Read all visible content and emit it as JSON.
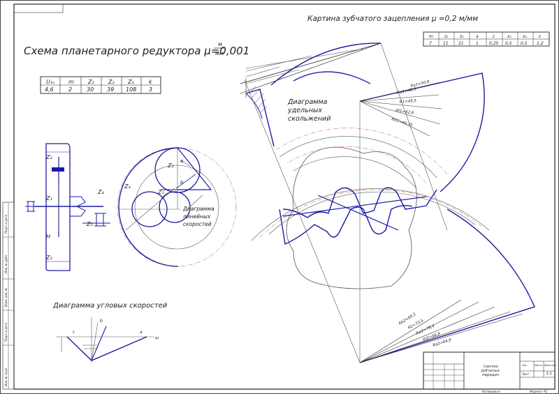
{
  "planetary": {
    "title": "Схема планетарного редуктора μ=0,001",
    "unit_num": "м",
    "unit_den": "мм",
    "table": {
      "headers": [
        "U₁ₙ",
        "m",
        "Z₁",
        "Z₂",
        "Z₃",
        "k"
      ],
      "values": [
        "4,6",
        "2",
        "30",
        "39",
        "108",
        "3"
      ]
    },
    "labels": {
      "z2": "Z₂",
      "z1": "Z₁",
      "h": "H",
      "z3": "Z₃",
      "z4": "Z₄",
      "z5": "Z₅"
    }
  },
  "linear_velocity": {
    "title_lines": [
      "Диаграмма",
      "линейных",
      "скоростей"
    ],
    "labels": {
      "z2": "Z₂",
      "z3": "Z₃",
      "z1": "Z₁",
      "b": "b",
      "a": "a"
    }
  },
  "angular_velocity": {
    "title": "Диаграмма угловых скоростей",
    "labels": {
      "c": "c",
      "a": "a",
      "b": "b",
      "omega": "ω"
    }
  },
  "gear_mesh": {
    "title": "Картина зубчатого зацепления μ =0,2 м/мм",
    "table": {
      "headers": [
        "m",
        "z₁",
        "z₂",
        "a",
        "c",
        "x₁",
        "x₂",
        "ε"
      ],
      "values": [
        "7",
        "11",
        "21",
        "1",
        "0,25",
        "0,5",
        "0,5",
        "1,2"
      ]
    }
  },
  "sliding": {
    "title_lines": [
      "Диаграмма",
      "удельных",
      "скольжений"
    ]
  },
  "radii_upper": [
    "Rа1=50,9",
    "Rw1=48,5",
    "R1=45,5",
    "Rf1=42,8",
    "Rb1=40,75"
  ],
  "radii_lower": [
    "Rb2=69,5",
    "R2=73,5",
    "Rw2=78,4",
    "Rf2=66,8",
    "Ra2=84,9"
  ],
  "title_block": {
    "name_lines": [
      "Синтез",
      "зубчатых",
      "передач"
    ],
    "sheet_label": "Лит.",
    "mass_label": "Масса",
    "scale_label": "Масштаб",
    "scale_value": "1:1",
    "sheet_value": "Лист",
    "copied": "Копировал",
    "format": "Формат  А1"
  },
  "side_stamp": [
    "Инв. № подл.",
    "Подп. и дата",
    "Взам. инв. №",
    "Инв. № дубл.",
    "Подп. и дата"
  ]
}
